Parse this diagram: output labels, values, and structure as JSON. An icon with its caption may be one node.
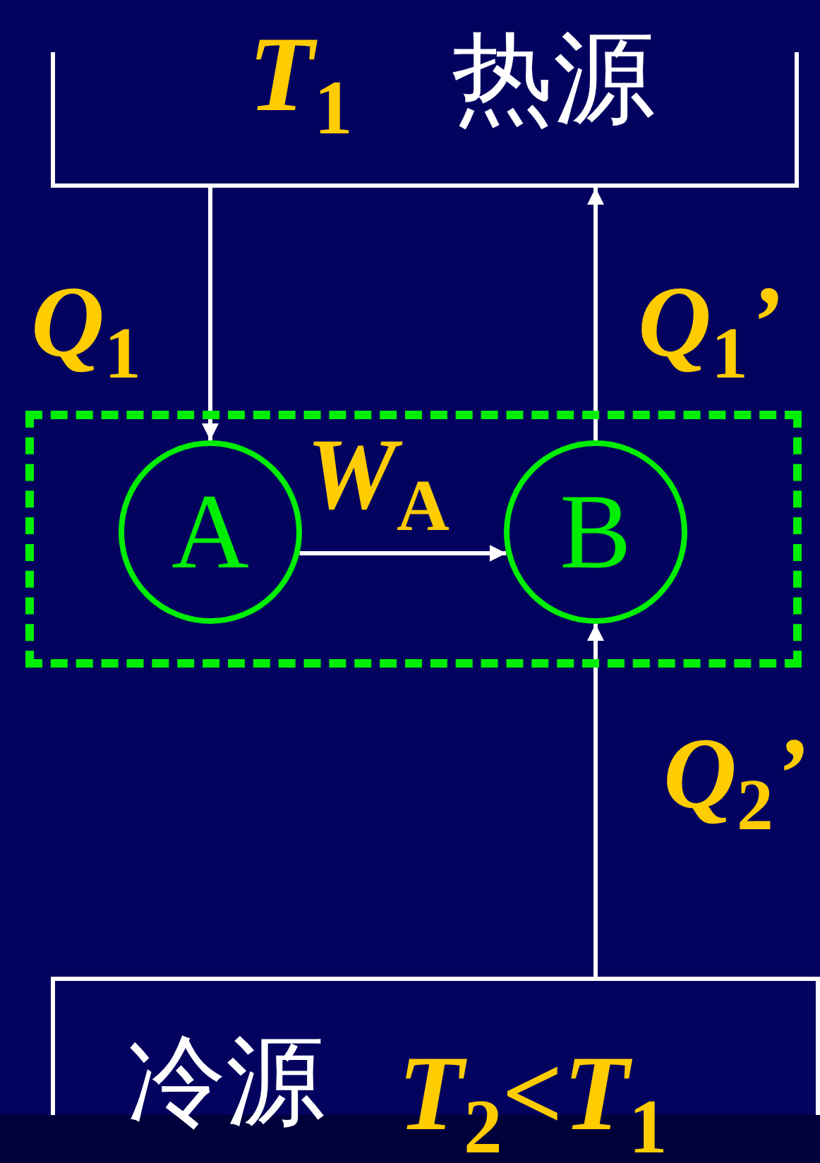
{
  "diagram": {
    "nodes": [
      {
        "text": [
          "T$_{1}$",
          "热源"
        ]
      },
      {
        "text": [],
        "shape": "box"
      },
      {
        "text": [
          "A"
        ],
        "in": 1
      },
      {
        "text": [
          "B"
        ],
        "in": 1
      },
      {
        "text": [
          "冷源",
          "T$_{2}$<T$_{1}$"
        ]
      }
    ],
    "edges": [
      {
        "from": 0,
        "to": 2,
        "arrow": "to",
        "label": "Q$_{1}$"
      },
      {
        "from": 3,
        "to": 0,
        "arrow": "to",
        "label": "Q$_{1}$’"
      },
      {
        "from": 2,
        "to": 3,
        "arrow": "to",
        "label": "W$_{A}$"
      },
      {
        "from": 4,
        "to": 3,
        "arrow": "to",
        "label": "Q$_{2}$’"
      }
    ]
  }
}
